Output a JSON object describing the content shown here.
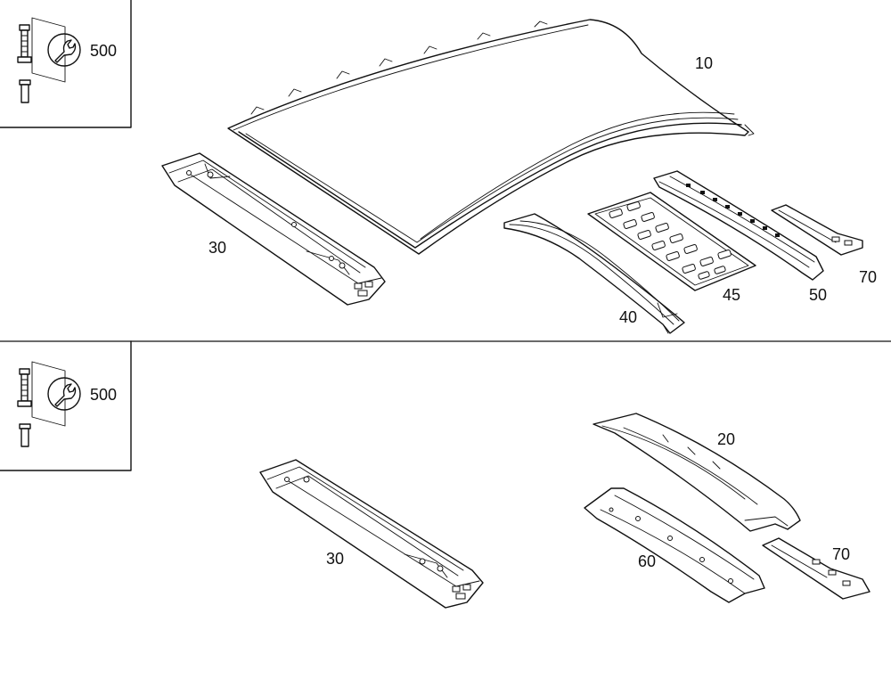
{
  "legend_top": {
    "label": "500",
    "icon": "wrench-icon"
  },
  "legend_bottom": {
    "label": "500",
    "icon": "wrench-icon"
  },
  "callouts_top": {
    "roof": "10",
    "front_rail": "30",
    "bow_40": "40",
    "bow_45": "45",
    "rail_50": "50",
    "bracket_70": "70"
  },
  "callouts_bottom": {
    "front_rail": "30",
    "rear_frame": "20",
    "rear_rail": "60",
    "bracket_70": "70"
  }
}
